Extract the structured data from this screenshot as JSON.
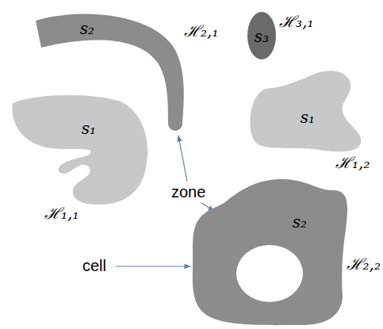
{
  "diagram": {
    "nodes": [
      {
        "text": [
          "ℋ₂,₁",
          "s₂"
        ]
      },
      {
        "text": [
          "ℋ₃,₁",
          "s₃"
        ]
      },
      {
        "text": [
          "ℋ₁,₁",
          "s₁"
        ]
      },
      {
        "text": [
          "ℋ₁,₂",
          "s₁"
        ]
      },
      {
        "text": [
          "ℋ₂,₂",
          "s₂"
        ]
      }
    ],
    "labels": [
      "zone",
      "cell"
    ]
  }
}
